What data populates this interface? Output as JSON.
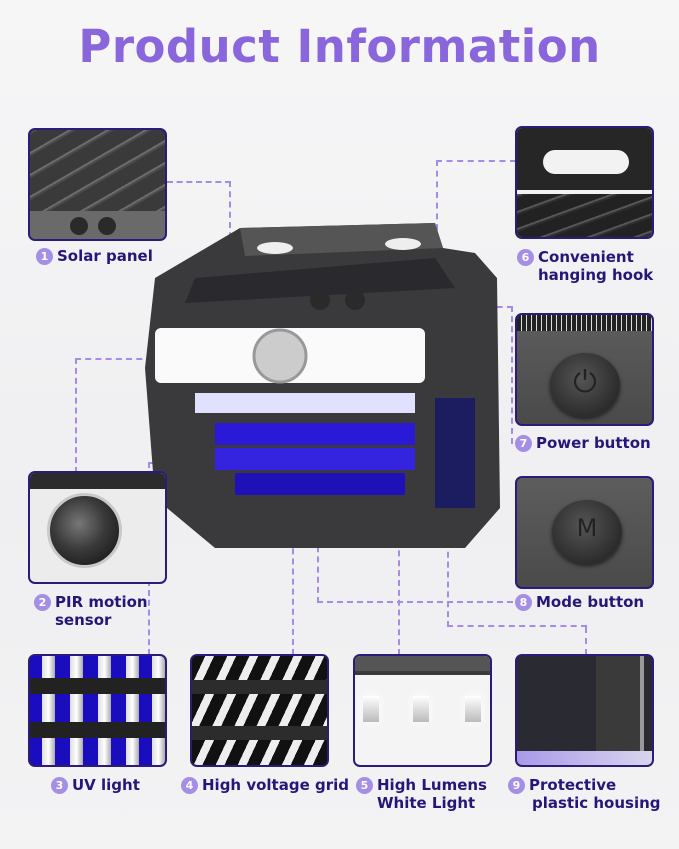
{
  "title": "Product Information",
  "colors": {
    "title": "#8a66dc",
    "label_text": "#27167a",
    "card_border": "#2e1a7c",
    "badge": "#a58ee6",
    "connector": "#a78bea",
    "uv_blue": "#1a0dbd"
  },
  "features": [
    {
      "number": "1",
      "label": "Solar panel"
    },
    {
      "number": "2",
      "label_line1": "PIR motion",
      "label_line2": "sensor"
    },
    {
      "number": "3",
      "label": "UV light"
    },
    {
      "number": "4",
      "label": "High voltage grid"
    },
    {
      "number": "5",
      "label_line1": "High Lumens",
      "label_line2": "White Light"
    },
    {
      "number": "6",
      "label_line1": "Convenient",
      "label_line2": "hanging hook"
    },
    {
      "number": "7",
      "label": "Power button"
    },
    {
      "number": "8",
      "label": "Mode button"
    },
    {
      "number": "9",
      "label_line1": "Protective",
      "label_line2": "plastic housing"
    }
  ],
  "icons": {
    "power": "⏻",
    "mode": "M"
  }
}
